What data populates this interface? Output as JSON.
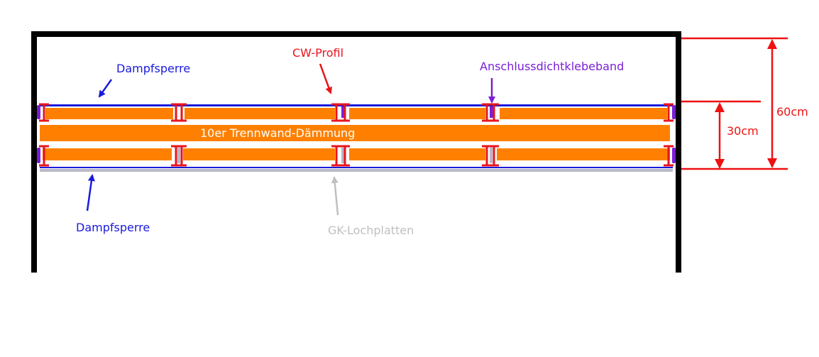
{
  "labels": {
    "dampfsperre_top": "Dampfsperre",
    "cw_profil": "CW-Profil",
    "anschluss": "Anschlussdichtklebeband",
    "insulation": "10er Trennwand-Dämmung",
    "dampfsperre_bottom": "Dampfsperre",
    "gk_lochplatten": "GK-Lochplatten",
    "dim_30": "30cm",
    "dim_60": "60cm"
  },
  "colors": {
    "wall": "#000000",
    "insulation": "#ff8000",
    "profile": "#e8141c",
    "vapor_barrier": "#1a1adc",
    "sealing_tape": "#7a1fd6",
    "gk_board": "#b8b8c8",
    "dimension": "#ee1111",
    "gk_label": "#c0c0c0",
    "insulation_text": "#ffffff"
  }
}
